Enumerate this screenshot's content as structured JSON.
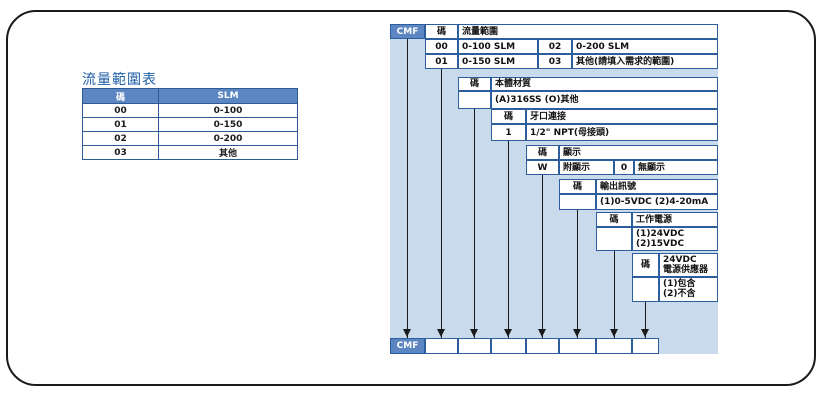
{
  "flow_table": {
    "title": "流量範圍表",
    "headers": [
      "碼",
      "SLM"
    ],
    "rows": [
      [
        "00",
        "0-100"
      ],
      [
        "01",
        "0-150"
      ],
      [
        "02",
        "0-200"
      ],
      [
        "03",
        "其他"
      ]
    ]
  },
  "model": {
    "prefix": "CMF",
    "code_label": "碼",
    "flow": {
      "title": "流量範圍",
      "options": [
        {
          "code": "00",
          "label": "0-100 SLM"
        },
        {
          "code": "02",
          "label": "0-200 SLM"
        },
        {
          "code": "01",
          "label": "0-150 SLM"
        },
        {
          "code": "03",
          "label": "其他(請填入需求的範圍)"
        }
      ]
    },
    "body": {
      "title": "本體材質",
      "options": "(A)316SS (O)其他"
    },
    "thread": {
      "title": "牙口連接",
      "code": "1",
      "label": "1/2\" NPT(母接頭)"
    },
    "display": {
      "title": "顯示",
      "code_w": "W",
      "label_w": "附顯示",
      "code_0": "0",
      "label_0": "無顯示"
    },
    "output": {
      "title": "輸出訊號",
      "options": "(1)0-5VDC (2)4-20mA"
    },
    "power": {
      "title": "工作電源",
      "option1": "(1)24VDC",
      "option2": "(2)15VDC"
    },
    "supply": {
      "title1": "24VDC",
      "title2": "電源供應器",
      "option1": "(1)包含",
      "option2": "(2)不含"
    },
    "bottom_prefix": "CMF"
  }
}
